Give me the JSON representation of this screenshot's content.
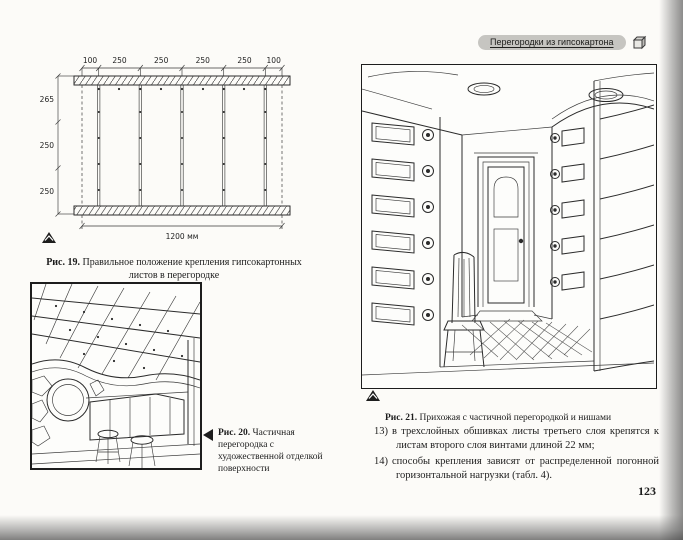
{
  "header": {
    "label": "Перегородки из гипсокартона"
  },
  "fig19": {
    "top_dims": [
      "100",
      "250",
      "250",
      "250",
      "250",
      "100"
    ],
    "left_dims": [
      "265",
      "250",
      "250"
    ],
    "bottom_dim": "1200 мм",
    "caption_label": "Рис. 19.",
    "caption_text": " Правильное положение крепления гипсокартонных листов в перегородке"
  },
  "fig20": {
    "caption_label": "Рис. 20.",
    "caption_text": " Частичная перегородка с художественной отделкой поверхности"
  },
  "fig21": {
    "caption_label": "Рис. 21.",
    "caption_text": " Прихожая с частичной перегородкой и нишами"
  },
  "body": {
    "items": [
      {
        "num": "13)",
        "text": "в трехслойных обшивках листы третьего слоя крепятся к листам второго слоя винтами длиной 22 мм;"
      },
      {
        "num": "14)",
        "text": "способы крепления зависят от распределенной погонной горизонтальной нагрузки (табл. 4)."
      }
    ]
  },
  "footer": {
    "page_number": "123"
  }
}
